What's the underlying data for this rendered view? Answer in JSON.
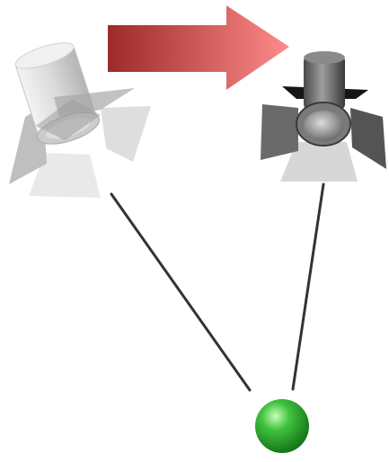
{
  "scene": {
    "elements": [
      {
        "role": "spotlight",
        "state": "before",
        "style": "ghosted"
      },
      {
        "role": "spotlight",
        "state": "after",
        "style": "solid"
      },
      {
        "role": "target",
        "shape": "sphere"
      },
      {
        "role": "motion-arrow",
        "direction": "right"
      }
    ]
  },
  "colors": {
    "background": "#ffffff",
    "arrow_light": "#ff8a8a",
    "arrow_dark": "#9c2a2a",
    "target_highlight": "#c8ffb8",
    "target_mid": "#3fc23f",
    "target_dark": "#0f6a12",
    "aim_line": "#333333",
    "ghost_light": "#dcdcdc",
    "ghost_dark": "#8e8e8e",
    "light_body_light": "#a6a6a6",
    "light_body_dark": "#3a3a3a"
  }
}
